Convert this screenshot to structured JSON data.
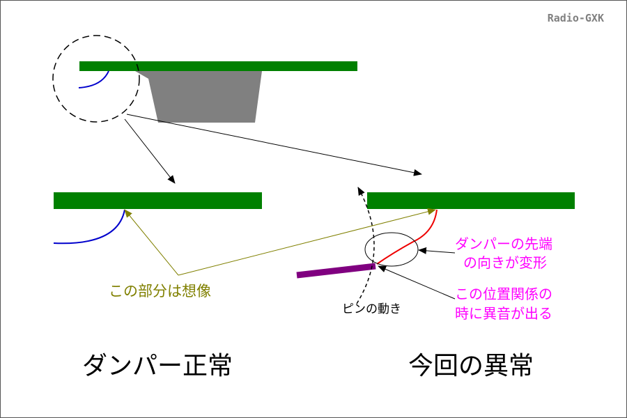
{
  "watermark": "Radio-GXK",
  "labels": {
    "imagined_part": "この部分は想像",
    "damper_tip_line1": "ダンパーの先端",
    "damper_tip_line2": "の向きが変形",
    "position_line1": "この位置関係の",
    "position_line2": "時に異音が出る",
    "pin_motion": "ピンの動き"
  },
  "captions": {
    "left": "ダンパー正常",
    "right": "今回の異常"
  },
  "colors": {
    "plate_green": "#008000",
    "damper_blue": "#0000cc",
    "damper_red": "#ee0000",
    "pin_purple": "#800080",
    "block_gray": "#808080",
    "olive": "#808000",
    "magenta": "#ff00ff",
    "watermark_gray": "#808080"
  }
}
